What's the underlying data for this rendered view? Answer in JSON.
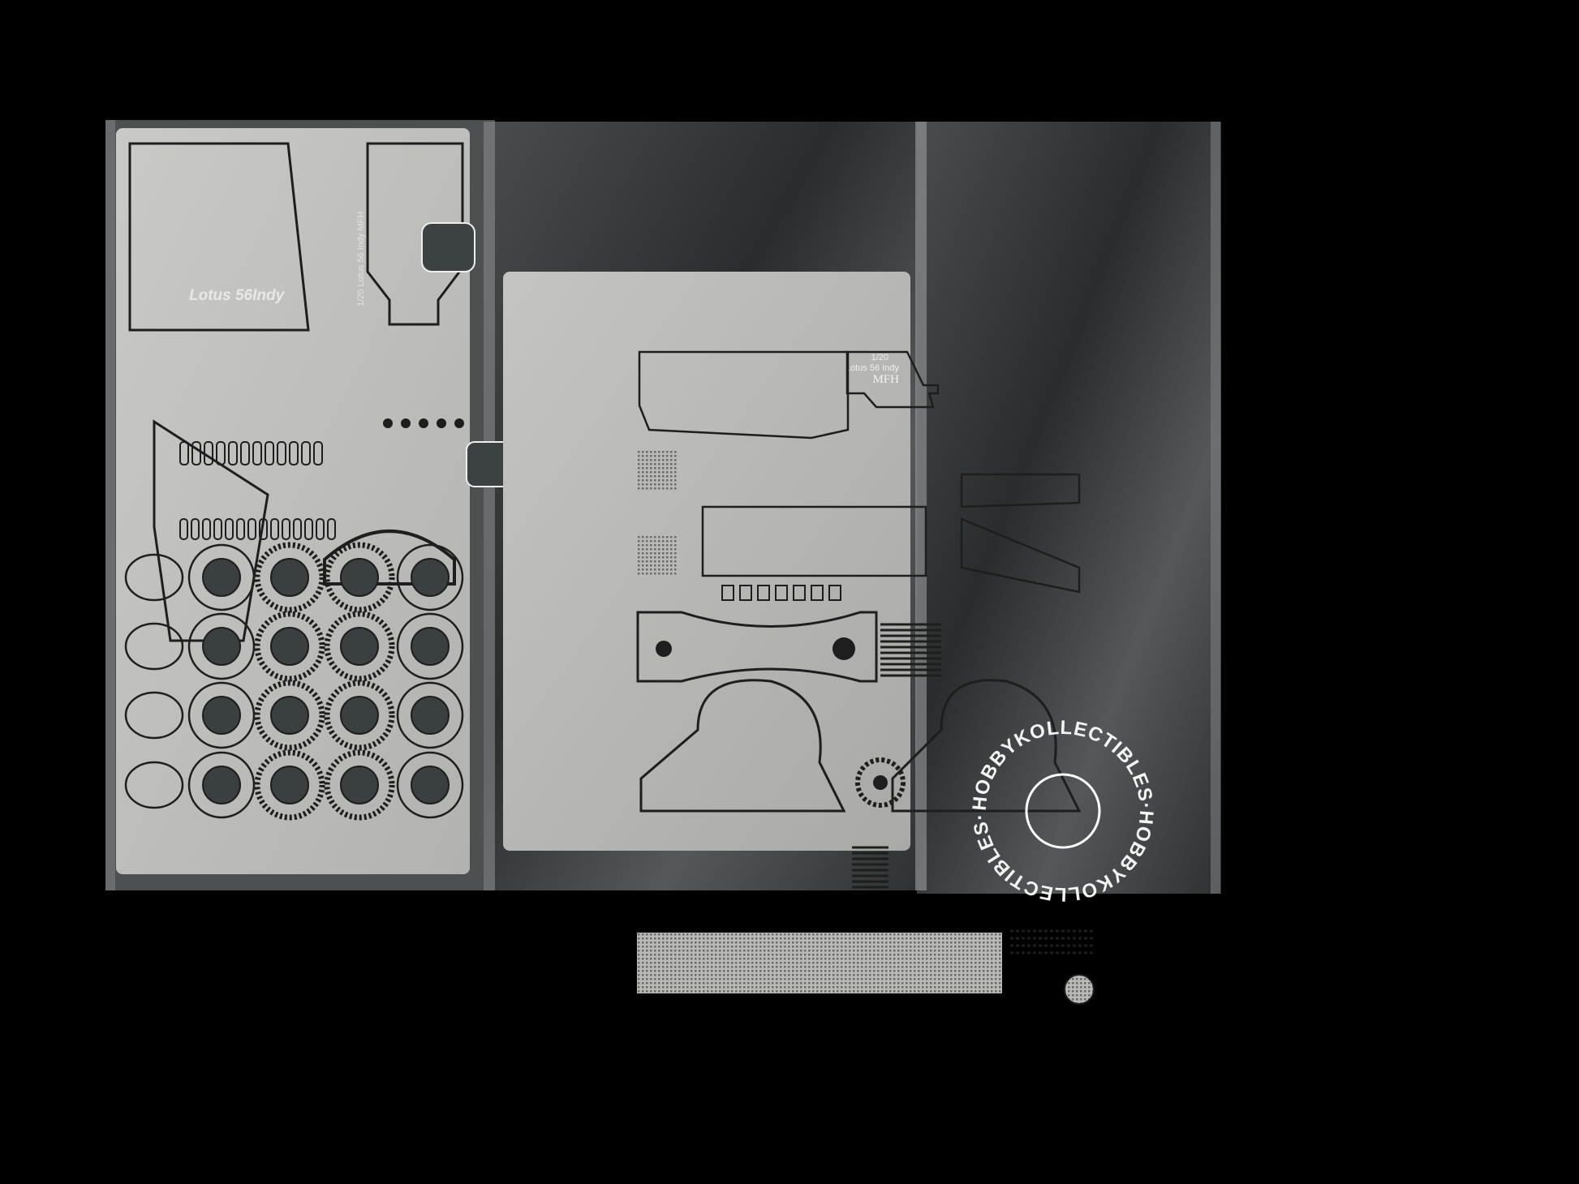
{
  "sheet_left": {
    "title": "Lotus 56Indy",
    "side_text": "1/20 Lotus 56 Indy MFH"
  },
  "sheet_right": {
    "scale": "1/20",
    "name": "Lotus 56 Indy",
    "brand": "MFH"
  },
  "watermark": "HOBBYKOLLECTIBLES·HOBBYKOLLECTIBLES·",
  "colors": {
    "background": "#000000",
    "fret": "#bdbdbb",
    "fret_dark": "#2c2f30",
    "bag": "#3a3c3d"
  }
}
